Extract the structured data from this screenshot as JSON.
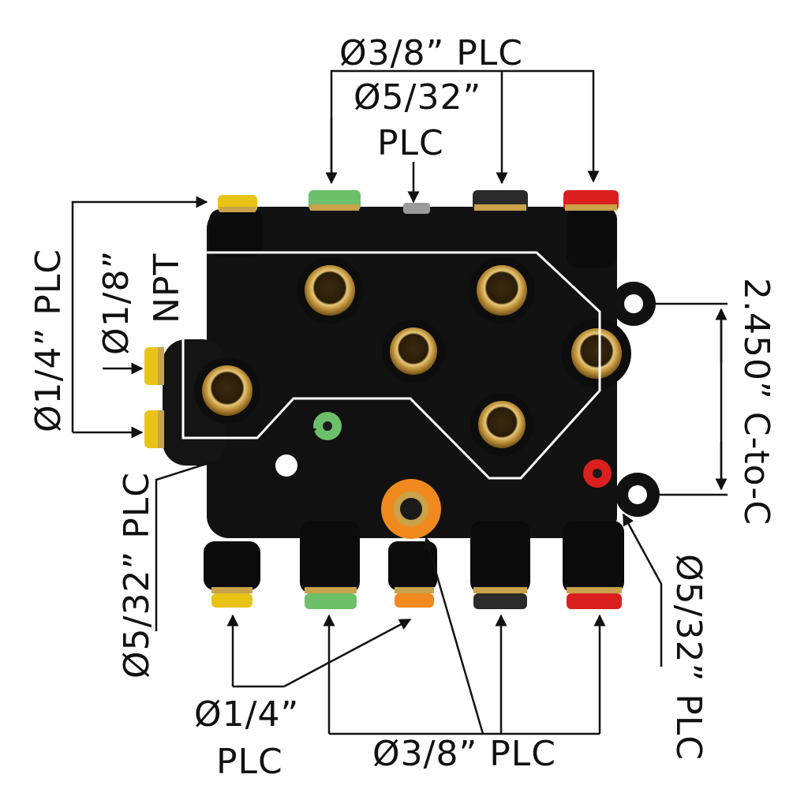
{
  "labels": {
    "top_plc_3_8": "Ø3/8” PLC",
    "top_5_32": "Ø5/32”",
    "top_5_32_plc": "PLC",
    "left_1_4_plc": "Ø1/4” PLC",
    "left_1_8": "Ø1/8”",
    "left_npt": "NPT",
    "right_c_to_c": "2.450” C-to-C",
    "left_5_32_plc": "Ø5/32” PLC",
    "right_5_32_plc": "Ø5/32” PLC",
    "bottom_1_4": "Ø1/4”",
    "bottom_1_4_plc": "PLC",
    "bottom_3_8_plc": "Ø3/8” PLC"
  },
  "colors": {
    "body": "#111111",
    "brass": "#c9a24a",
    "yellow": "#e8c419",
    "green": "#6cc06a",
    "black_cap": "#1a1a1a",
    "red": "#d9201f",
    "orange": "#f08a1e",
    "gray": "#9a9a9a",
    "line": "#111111"
  }
}
